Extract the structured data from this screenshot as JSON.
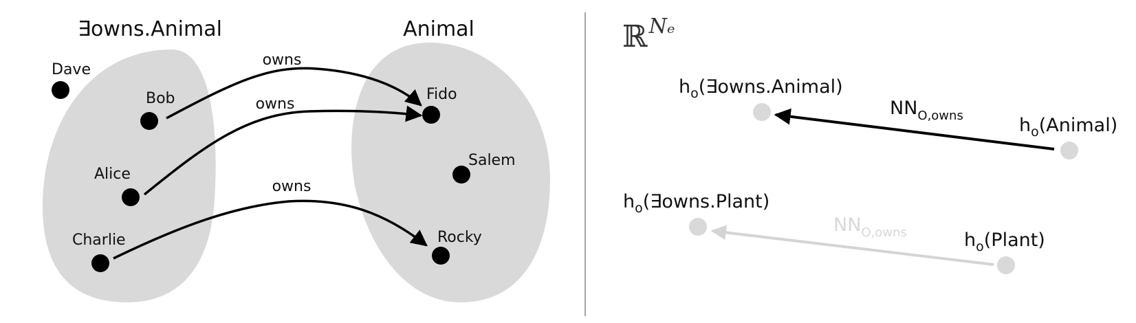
{
  "left_panel": {
    "sets": [
      {
        "name": "∃owns.Animal"
      },
      {
        "name": "Animal"
      }
    ],
    "individuals": [
      "Dave",
      "Bob",
      "Alice",
      "Charlie",
      "Fido",
      "Salem",
      "Rocky"
    ],
    "relations": [
      {
        "label": "owns",
        "from": "Bob",
        "to": "Fido"
      },
      {
        "label": "owns",
        "from": "Alice",
        "to": "Fido"
      },
      {
        "label": "owns",
        "from": "Charlie",
        "to": "Rocky"
      }
    ]
  },
  "right_panel": {
    "space_symbol": "ℝ",
    "space_superscript": "Nₑ",
    "embeddings": [
      {
        "prefix": "h",
        "sub": "o",
        "arg": "(∃owns.Animal)"
      },
      {
        "prefix": "h",
        "sub": "o",
        "arg": "(Animal)"
      },
      {
        "prefix": "h",
        "sub": "o",
        "arg": "(∃owns.Plant)"
      },
      {
        "prefix": "h",
        "sub": "o",
        "arg": "(Plant)"
      }
    ],
    "arrows": [
      {
        "prefix": "NN",
        "sub": "O,owns",
        "from": "h_o(Animal)",
        "to": "h_o(∃owns.Animal)",
        "faded": false
      },
      {
        "prefix": "NN",
        "sub": "O,owns",
        "from": "h_o(Plant)",
        "to": "h_o(∃owns.Plant)",
        "faded": true
      }
    ],
    "colors": {
      "point": "#d9d9d9",
      "faded_arrow": "#d4d4d4",
      "arrow": "#000000",
      "blob": "#d9d9d9"
    }
  }
}
